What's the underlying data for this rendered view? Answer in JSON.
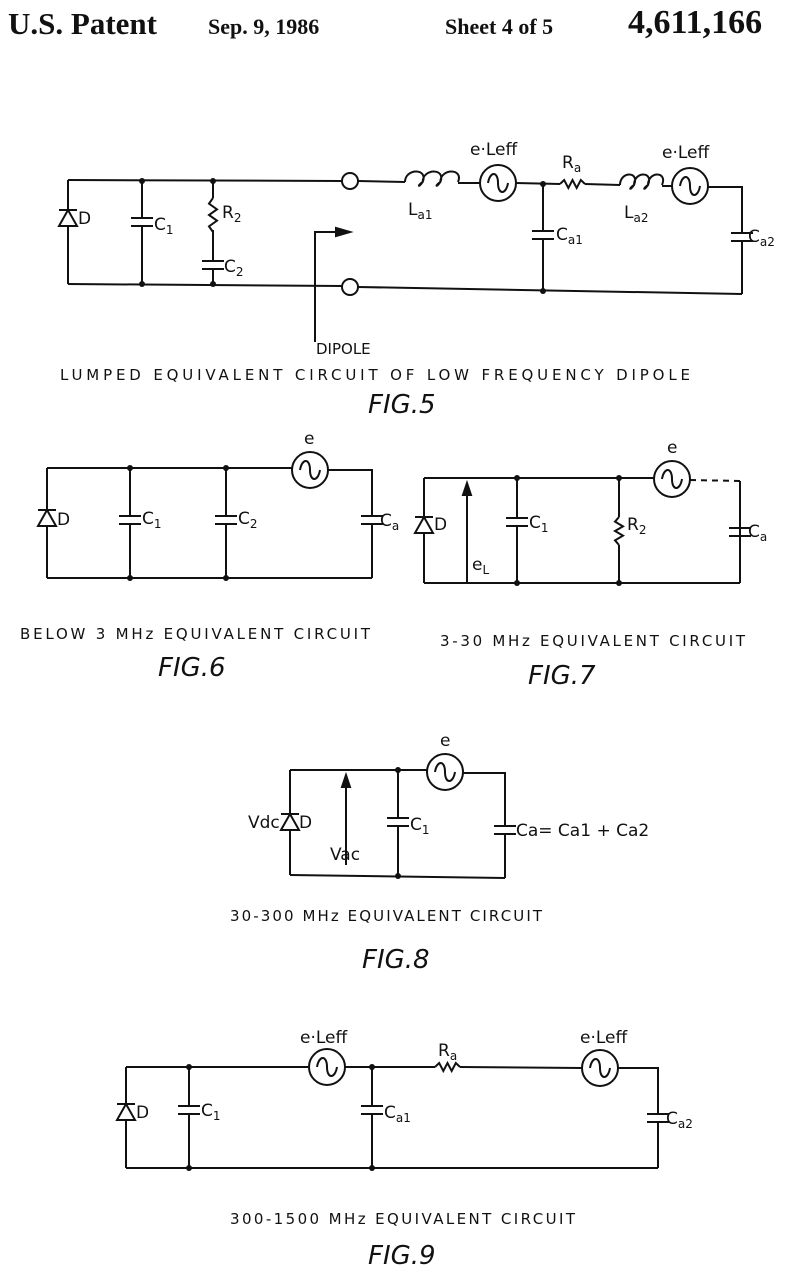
{
  "header": {
    "left": "U.S. Patent",
    "date": "Sep. 9, 1986",
    "sheet": "Sheet 4 of 5",
    "number": "4,611,166"
  },
  "fig5": {
    "D": "D",
    "C1": {
      "m": "C",
      "s": "1"
    },
    "R2": {
      "m": "R",
      "s": "2"
    },
    "C2": {
      "m": "C",
      "s": "2"
    },
    "La1": {
      "m": "L",
      "s": "a1"
    },
    "src1": "e·Leff",
    "Ra": {
      "m": "R",
      "s": "a"
    },
    "Ca1": {
      "m": "C",
      "s": "a1"
    },
    "La2": {
      "m": "L",
      "s": "a2"
    },
    "src2": "e·Leff",
    "Ca2": {
      "m": "C",
      "s": "a2"
    },
    "dipole": "DIPOLE",
    "caption": "LUMPED EQUIVALENT CIRCUIT OF LOW FREQUENCY DIPOLE",
    "fig": "FIG.5"
  },
  "fig6": {
    "D": "D",
    "C1": {
      "m": "C",
      "s": "1"
    },
    "C2": {
      "m": "C",
      "s": "2"
    },
    "src": "e",
    "Ca": {
      "m": "C",
      "s": "a"
    },
    "caption": "BELOW 3 MHz EQUIVALENT CIRCUIT",
    "fig": "FIG.6"
  },
  "fig7": {
    "D": "D",
    "eL": {
      "m": "e",
      "s": "L"
    },
    "C1": {
      "m": "C",
      "s": "1"
    },
    "R2": {
      "m": "R",
      "s": "2"
    },
    "src": "e",
    "Ca": {
      "m": "C",
      "s": "a"
    },
    "caption": "3-30 MHz EQUIVALENT CIRCUIT",
    "fig": "FIG.7"
  },
  "fig8": {
    "Vdc": "Vdc",
    "D": "D",
    "Vac": "Vac",
    "C1": {
      "m": "C",
      "s": "1"
    },
    "src": "e",
    "Ca": "Ca= Ca1 + Ca2",
    "caption": "30-300 MHz EQUIVALENT CIRCUIT",
    "fig": "FIG.8"
  },
  "fig9": {
    "D": "D",
    "C1": {
      "m": "C",
      "s": "1"
    },
    "src1": "e·Leff",
    "Ca1": {
      "m": "C",
      "s": "a1"
    },
    "Ra": {
      "m": "R",
      "s": "a"
    },
    "src2": "e·Leff",
    "Ca2": {
      "m": "C",
      "s": "a2"
    },
    "caption": "300-1500 MHz EQUIVALENT CIRCUIT",
    "fig": "FIG.9"
  }
}
